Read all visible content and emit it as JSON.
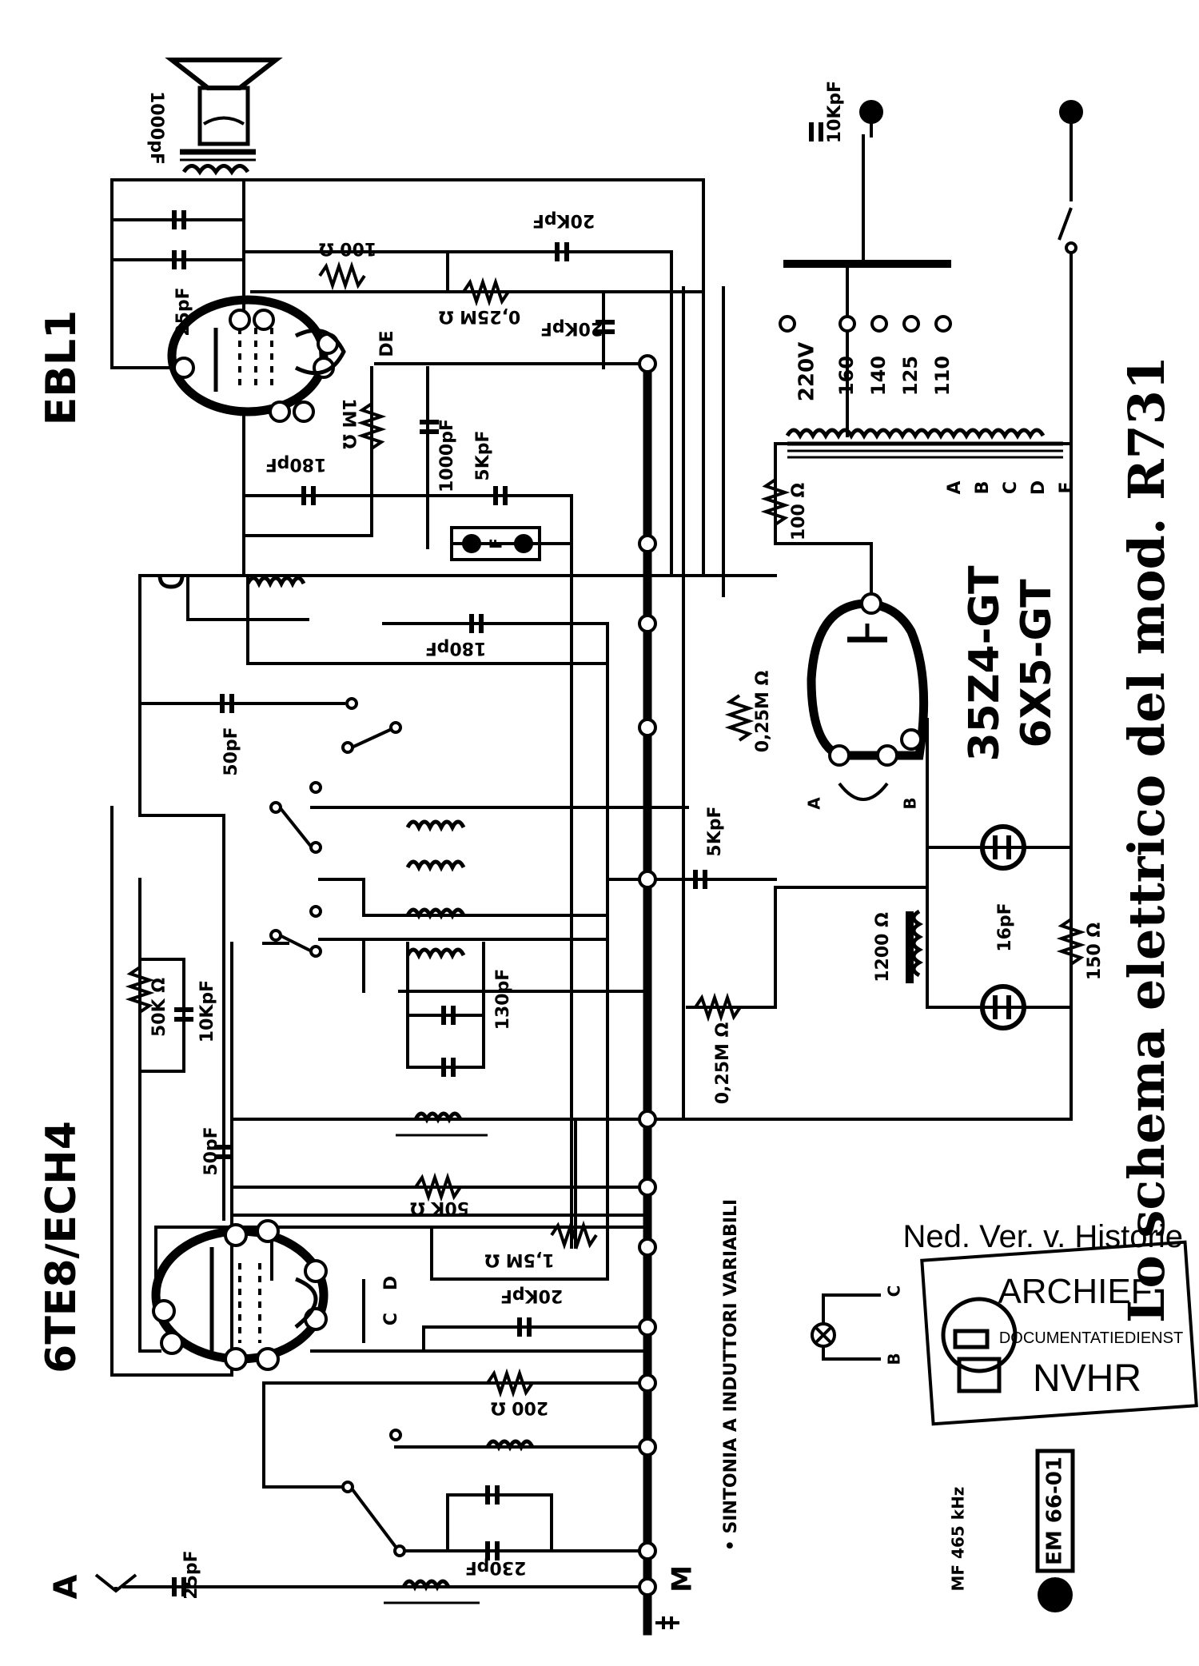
{
  "tubes": {
    "ebl1": "EBL1",
    "ech4": "6TE8/ECH4",
    "rect1": "35Z4-GT",
    "rect2": "6X5-GT"
  },
  "caption": "Lo schema elettrico del mod. R731",
  "footnote": "• SINTONIA A INDUTTORI VARIABILI",
  "if_label": "MF 465 kHz",
  "antenna_label": "A",
  "ground_label": "M",
  "stamp": {
    "header": "Ned. Ver. v. Historie",
    "archief": "ARCHIEF",
    "dienst": "DOCUMENTATIEDIENST",
    "nvhr": "NVHR"
  },
  "code_badge": "EM 66-01",
  "mains_taps": [
    "220V",
    "160",
    "140",
    "125",
    "110"
  ],
  "heater_taps": [
    "A",
    "B",
    "C",
    "D",
    "E"
  ],
  "components": {
    "c1000pf_top": "1000pF",
    "c25pf_out": "25pF",
    "c10kpf_mains": "10KpF",
    "c20kpf_top": "20KpF",
    "r100": "100 Ω",
    "r025m_top": "0,25M Ω",
    "c20kpf_mid": "20KpF",
    "de": "DE",
    "r1m": "1M Ω",
    "c1000pf_mid": "1000pF",
    "c180pf_a": "180pF",
    "c5kpf_a": "5KpF",
    "f": "F",
    "c180pf_b": "180pF",
    "r025m_mid": "0,25M Ω",
    "c50pf_a": "50pF",
    "c5kpf_b": "5KpF",
    "r50k_a": "50K Ω",
    "c10kpf": "10KpF",
    "c130pf": "130pF",
    "r025m_low": "0,25M Ω",
    "r1200": "1200 Ω",
    "c16pf": "16pF",
    "r150": "150 Ω",
    "r100_rect": "100 Ω",
    "c50pf_b": "50pF",
    "r50k_b": "50K Ω",
    "r15m": "1,5M Ω",
    "c20kpf_low": "20KpF",
    "r200": "200 Ω",
    "c230pf": "230pF",
    "c25pf_ant": "25pF",
    "pin_a": "A",
    "pin_b": "B",
    "lamp_c": "C",
    "lamp_b": "B",
    "tube_c": "C",
    "tube_d": "D"
  }
}
